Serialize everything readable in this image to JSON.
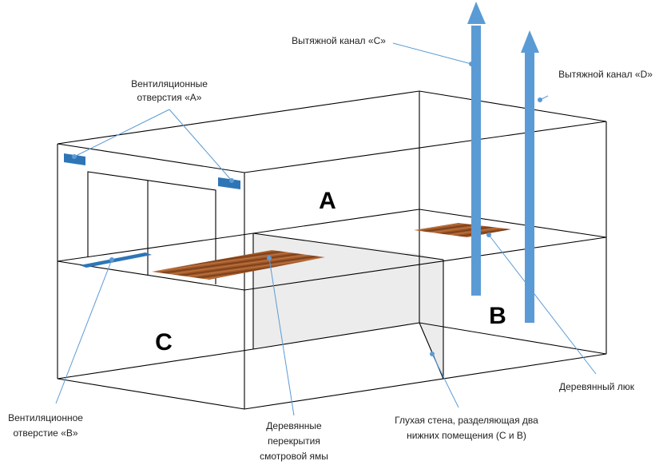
{
  "rooms": {
    "a": "A",
    "b": "B",
    "c": "C"
  },
  "labels": {
    "vent_a": [
      "Вентиляционные",
      "отверстия «А»"
    ],
    "channel_c": "Вытяжной канал «С»",
    "channel_d": "Вытяжной канал «D»",
    "vent_b": [
      "Вентиляционное",
      "отверстие «В»"
    ],
    "pit_covers": [
      "Деревянные",
      "перекрытия",
      "смотровой ямы"
    ],
    "wall": [
      "Глухая стена, разделяющая два",
      "нижних помещения (С и В)"
    ],
    "hatch": "Деревянный люк"
  },
  "colors": {
    "accent": "#5b9bd5",
    "vent": "#2e75b6",
    "wood": "#a0522d",
    "wall_fill": "#ececec"
  }
}
